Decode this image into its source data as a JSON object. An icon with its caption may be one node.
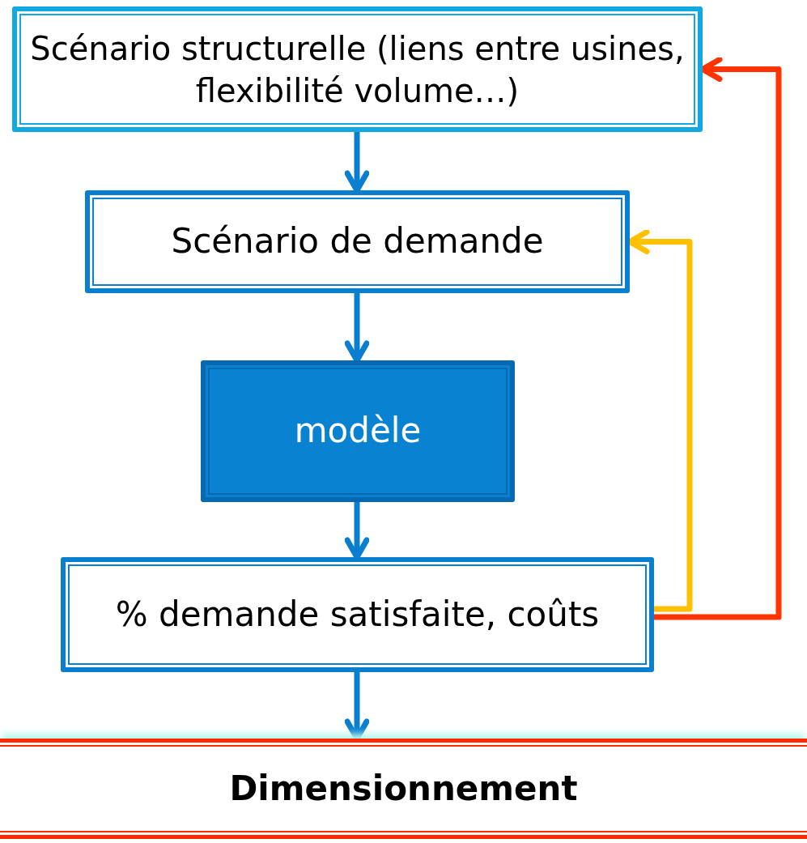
{
  "diagram": {
    "nodes": [
      {
        "text": [
          "Scénario structurelle (liens entre usines, flexibilité volume…)"
        ]
      },
      {
        "text": [
          "Scénario de demande"
        ]
      },
      {
        "text": [
          "modèle"
        ]
      },
      {
        "text": [
          "% demande satisfaite, coûts"
        ]
      },
      {
        "text": [
          "Dimensionnement"
        ]
      }
    ],
    "edges": [
      {
        "from": 0,
        "to": 1,
        "arrow": "to"
      },
      {
        "from": 1,
        "to": 2,
        "arrow": "to"
      },
      {
        "from": 2,
        "to": 3,
        "arrow": "to"
      },
      {
        "from": 3,
        "to": 4,
        "arrow": "to"
      },
      {
        "from": 3,
        "to": 1,
        "arrow": "to",
        "color": "#ffc000"
      },
      {
        "from": 3,
        "to": 0,
        "arrow": "to",
        "color": "#ff3300"
      }
    ]
  }
}
